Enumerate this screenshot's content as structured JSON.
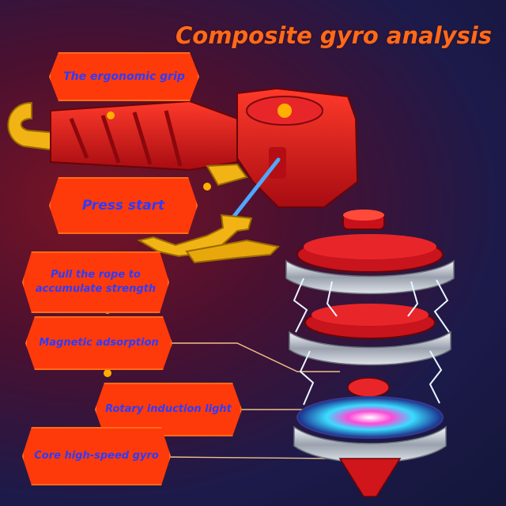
{
  "title": "Composite gyro analysis",
  "labels": {
    "grip": "The ergonomic grip",
    "press": "Press start",
    "pull": "Pull the rope to accumulate strength",
    "magnetic": "Magnetic adsorption",
    "rotary": "Rotary induction light",
    "core": "Core high-speed gyro"
  },
  "colors": {
    "title": "#ff6a1a",
    "label_bg": "#ff3a0a",
    "label_text": "#2c3cff",
    "launcher_red": "#d0161a",
    "launcher_yellow": "#f2b414",
    "ring_silver": "#c8cdd6",
    "ripcord_blue": "#4ea8ff",
    "lightning": "#e8f6ff"
  }
}
